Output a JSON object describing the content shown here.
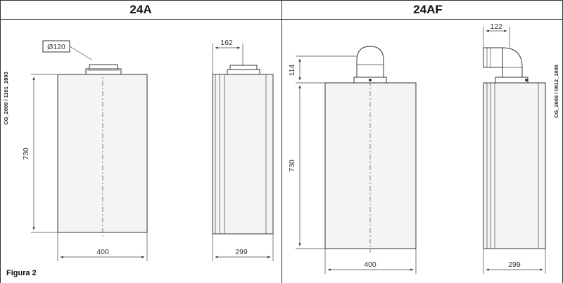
{
  "panels": {
    "left": {
      "title": "24A",
      "code": "CG_2009 / 1101_2803",
      "flue_diameter": "Ø120",
      "height": "730",
      "width": "400",
      "depth": "299",
      "flue_offset": "162"
    },
    "right": {
      "title": "24AF",
      "code": "CG_2009 / 0912_1005",
      "flue_height": "114",
      "height": "730",
      "width": "400",
      "depth": "299",
      "flue_offset": "122"
    }
  },
  "figure_label": "Figura 2"
}
